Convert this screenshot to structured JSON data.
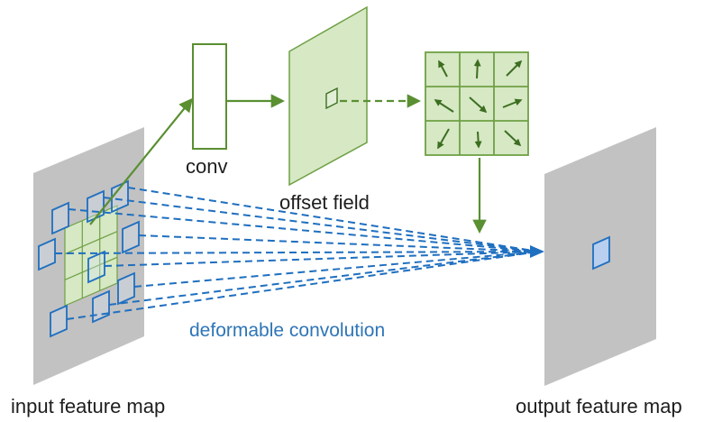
{
  "labels": {
    "conv": "conv",
    "offset_field": "offset field",
    "deformable_convolution": "deformable convolution",
    "input_feature_map": "input feature map",
    "output_feature_map": "output feature map"
  },
  "colors": {
    "map_gray": "#c2c2c2",
    "green_fill": "#d6e8c4",
    "green_stroke": "#6fa045",
    "arrow_green": "#5a8f32",
    "blue": "#1f6fc0",
    "label_blue": "#2e75b6",
    "label_dark": "#1e1e1e"
  },
  "offset_grid": {
    "rows": 3,
    "cols": 3,
    "arrow_directions": [
      "up-left",
      "up",
      "up-right",
      "left-up",
      "down-right",
      "right-up",
      "down-left",
      "down",
      "down-right"
    ]
  }
}
